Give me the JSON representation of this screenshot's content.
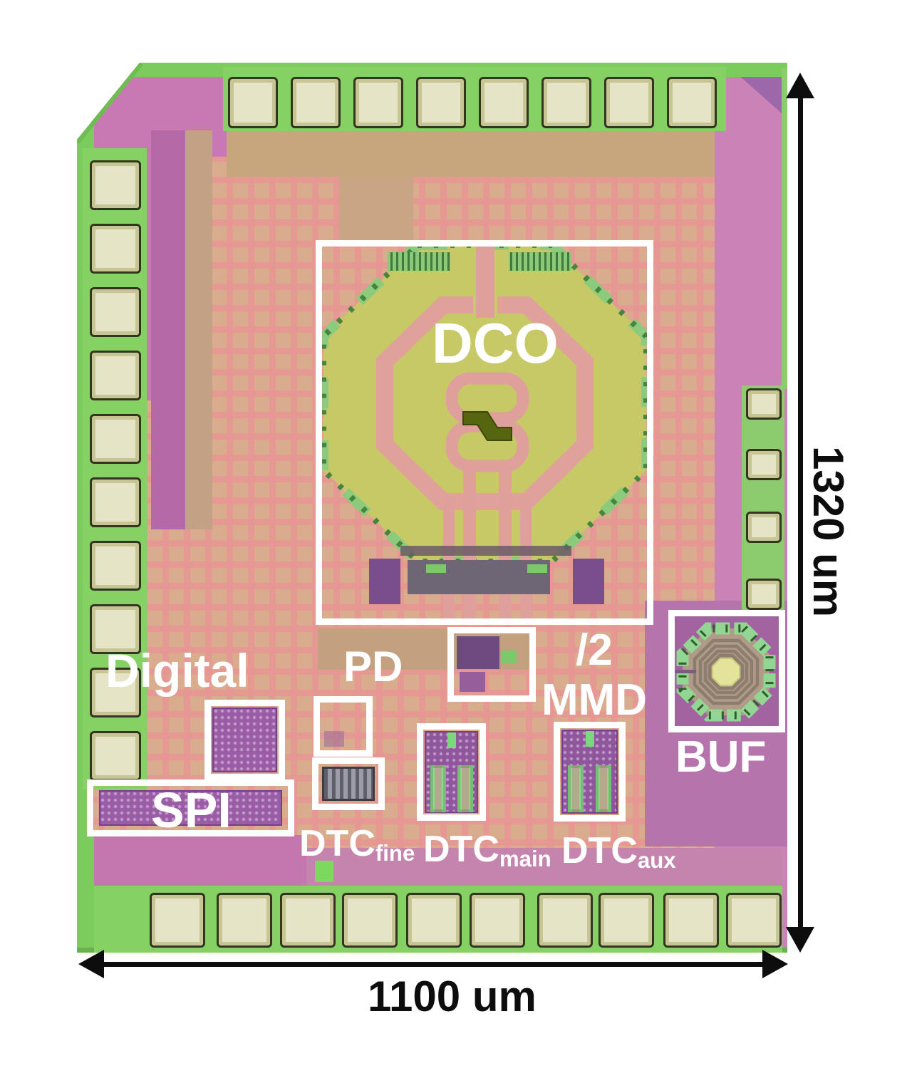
{
  "figure": {
    "labels": {
      "dco": "DCO",
      "digital": "Digital",
      "spi": "SPI",
      "pd": "PD",
      "divider": "/2",
      "mmd": "MMD",
      "buf": "BUF",
      "dtc_fine": {
        "base": "DTC",
        "sub": "fine"
      },
      "dtc_main": {
        "base": "DTC",
        "sub": "main"
      },
      "dtc_aux": {
        "base": "DTC",
        "sub": "aux"
      }
    },
    "dimensions": {
      "horizontal_label": "1100 um",
      "vertical_label": "1320 um"
    },
    "colors": {
      "annotation_text": "#ffffff",
      "box_outline": "#ffffff",
      "dimension_marks": "#0d0d0d",
      "die_base_pink": "#e29a95",
      "die_tile_tan": "#d9ac8e",
      "pad_ring_green": "#7ccb5d",
      "bond_pad": "#e6e4c6",
      "dco_inductor_fill": "#c6c966",
      "logic_block_purple": "#9a5da5",
      "die_mauve": "#c87bb2"
    }
  }
}
